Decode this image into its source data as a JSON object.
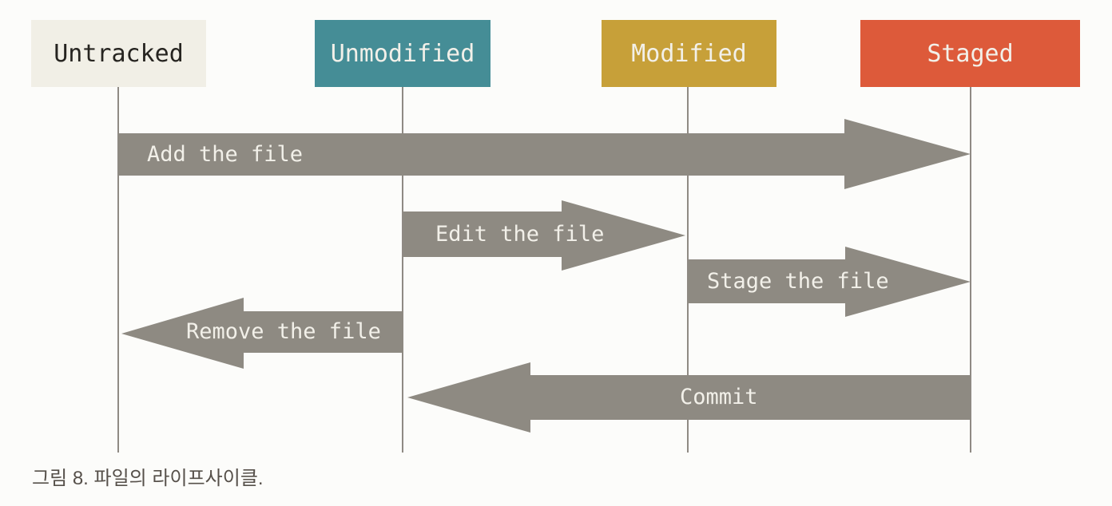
{
  "diagram": {
    "states": [
      {
        "label": "Untracked",
        "fill": "#f1efe6",
        "text_color": "#262420"
      },
      {
        "label": "Unmodified",
        "fill": "#458d96",
        "text_color": "#f2f0e9"
      },
      {
        "label": "Modified",
        "fill": "#c7a039",
        "text_color": "#f2f0e9"
      },
      {
        "label": "Staged",
        "fill": "#dd5a3a",
        "text_color": "#f2f0e9"
      }
    ],
    "transitions": [
      {
        "label": "Add the file",
        "from": "Untracked",
        "to": "Staged",
        "direction": "right"
      },
      {
        "label": "Edit the file",
        "from": "Unmodified",
        "to": "Modified",
        "direction": "right"
      },
      {
        "label": "Stage the file",
        "from": "Modified",
        "to": "Staged",
        "direction": "right"
      },
      {
        "label": "Remove the file",
        "from": "Unmodified",
        "to": "Untracked",
        "direction": "left"
      },
      {
        "label": "Commit",
        "from": "Staged",
        "to": "Unmodified",
        "direction": "left"
      }
    ],
    "colors": {
      "arrow": "#8e8a82",
      "arrow_text": "#f2f0e9",
      "lifeline": "#8f8a84",
      "background": "#fcfcfa"
    }
  },
  "figure": {
    "caption": "그림 8. 파일의 라이프사이클."
  }
}
